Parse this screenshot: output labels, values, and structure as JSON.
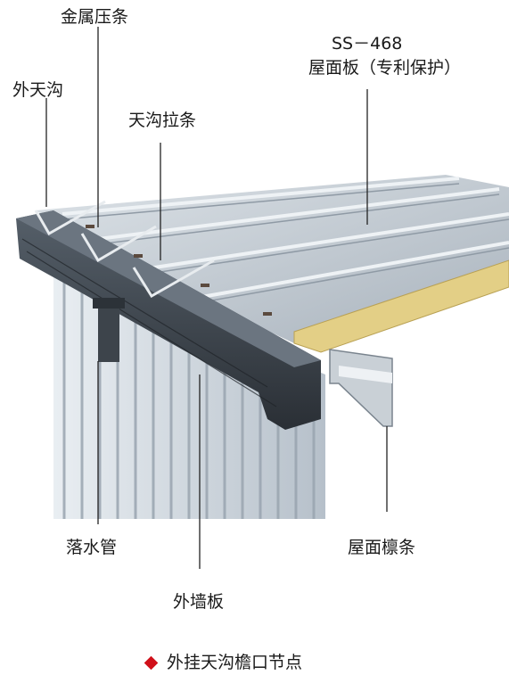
{
  "labels": {
    "metal_bead": "金属压条",
    "outer_gutter": "外天沟",
    "gutter_tie": "天沟拉条",
    "model": "SS－468",
    "roof_panel": "屋面板（专利保护）",
    "downpipe": "落水管",
    "roof_purlin": "屋面檩条",
    "wall_panel": "外墙板"
  },
  "caption": "外挂天沟檐口节点",
  "colors": {
    "accent": "#d0101a",
    "gutter": "#3b4148",
    "roof": "#b9c2cb",
    "wall": "#cfd6dd",
    "insulation": "#e3cf86"
  }
}
